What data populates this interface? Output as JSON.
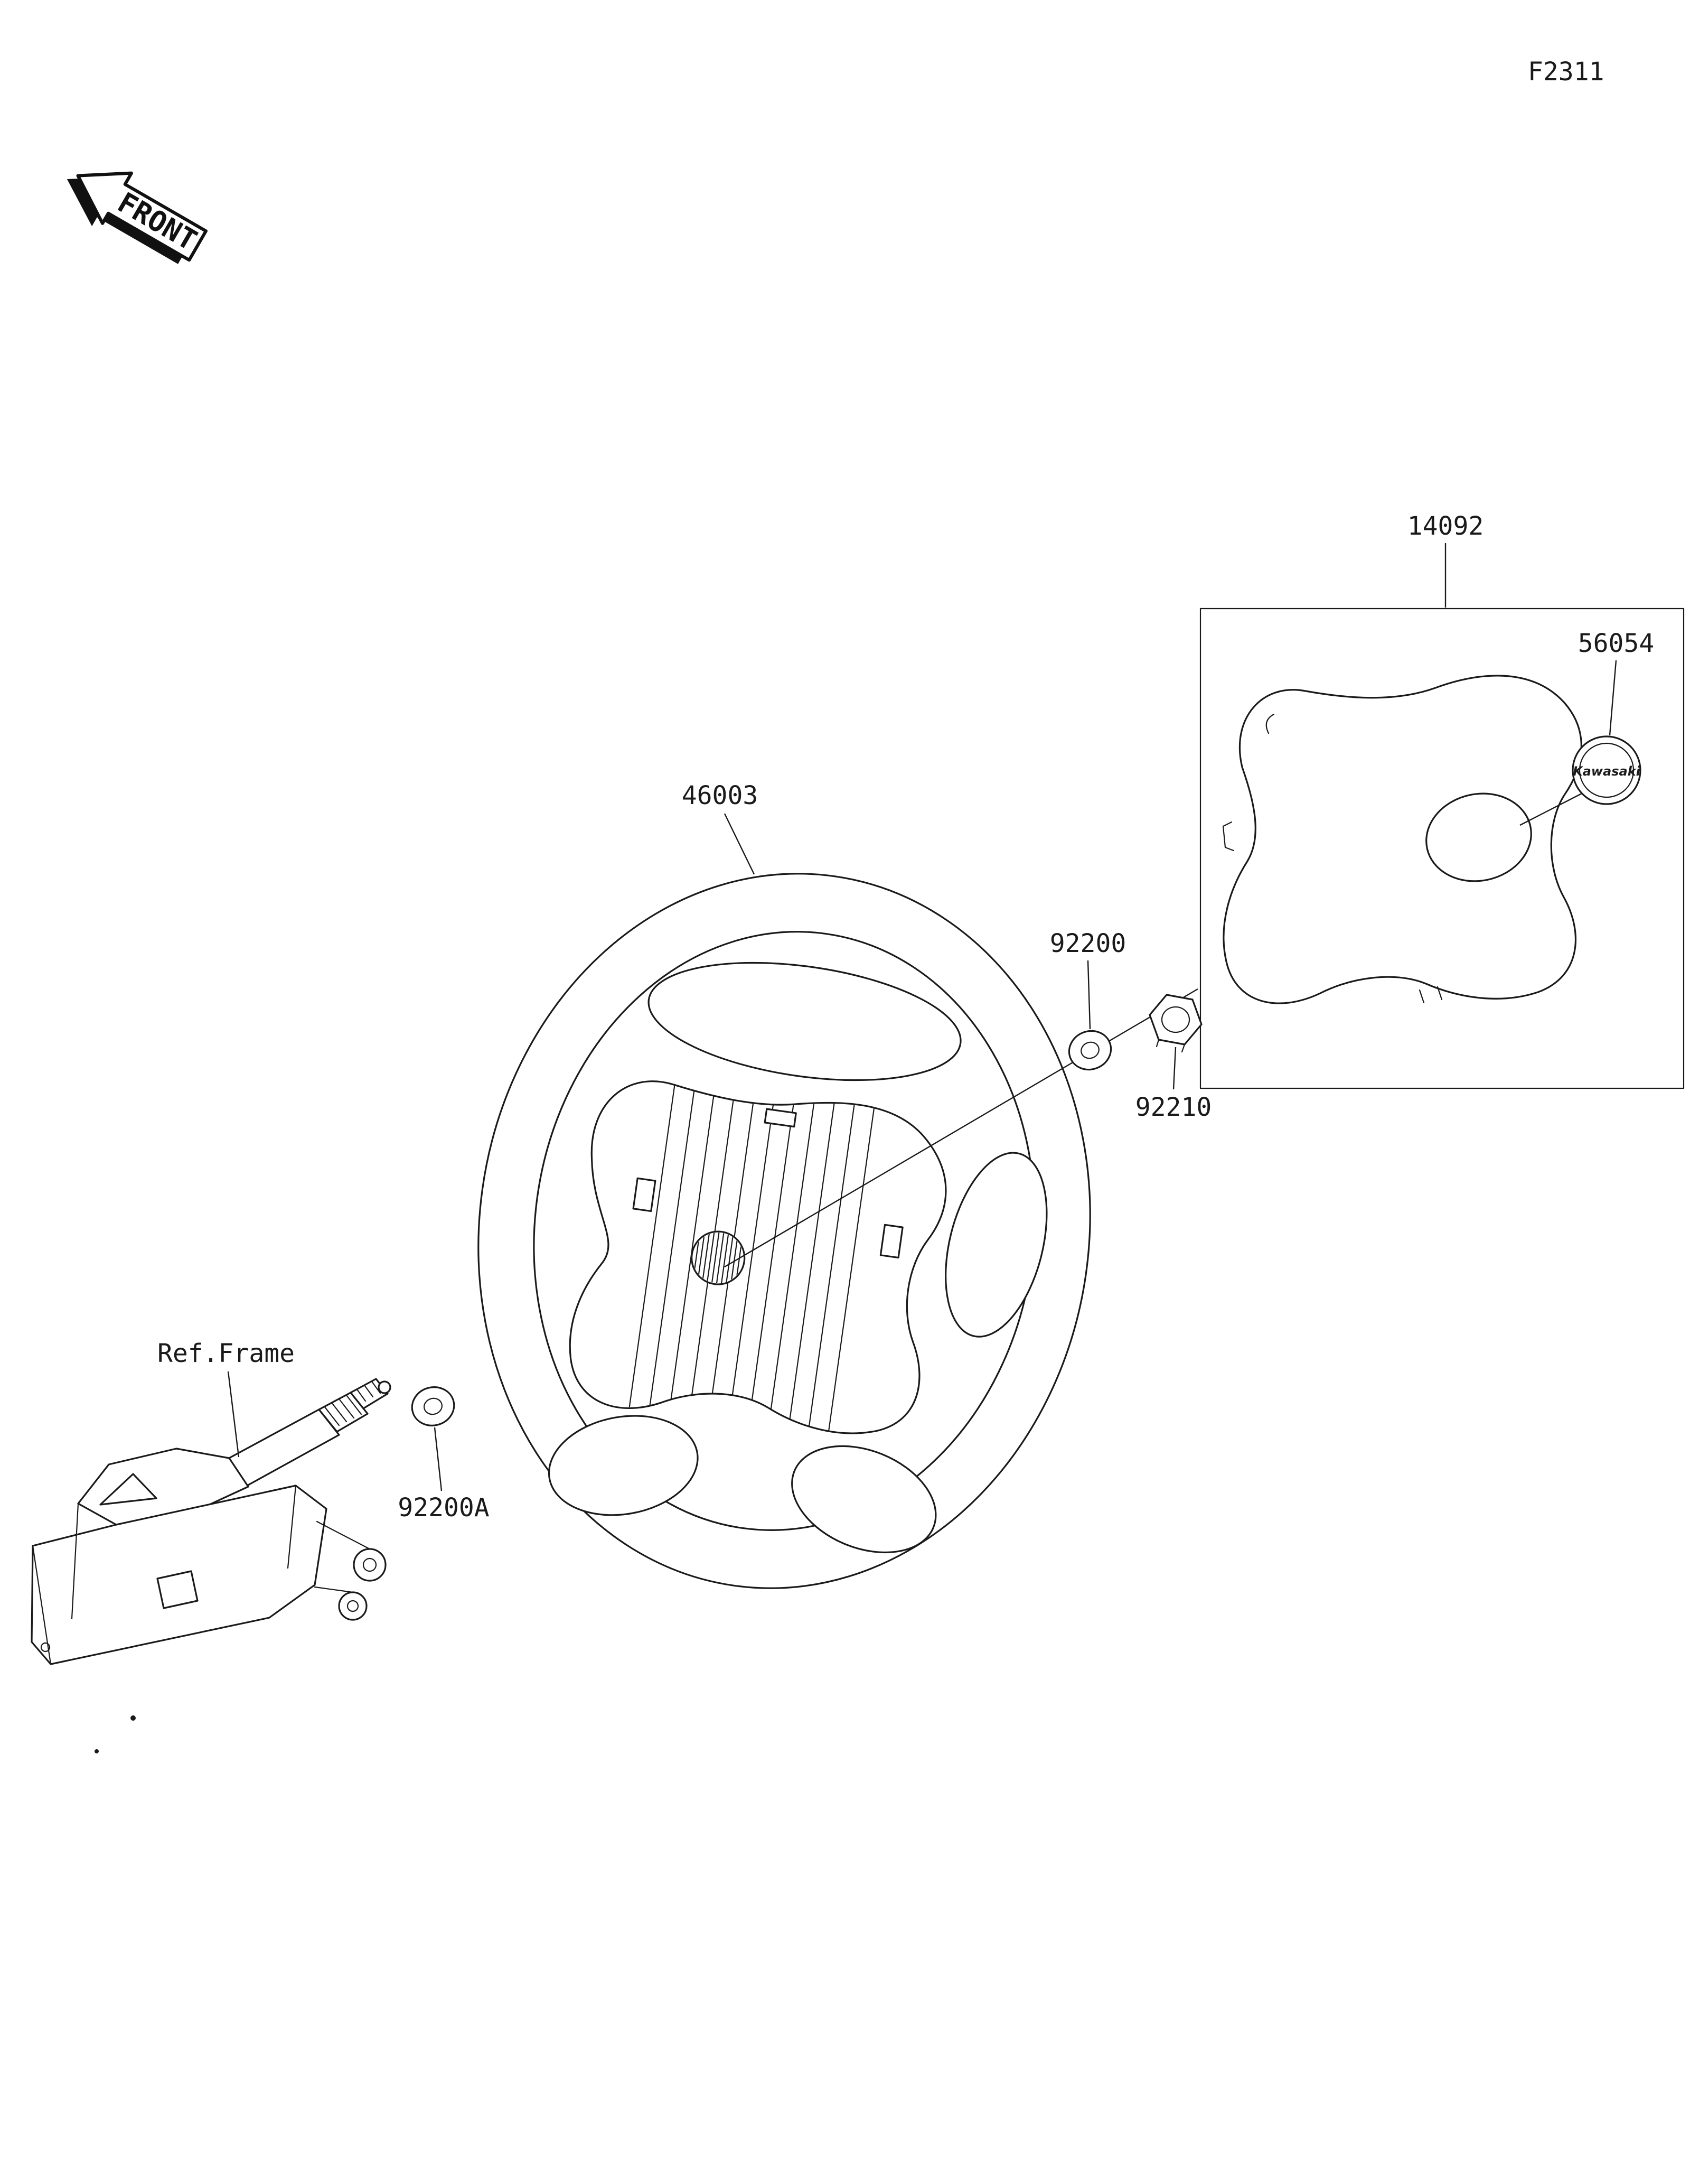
{
  "figure": {
    "code": "F2311",
    "front_marker": "FRONT"
  },
  "reference": {
    "frame_label": "Ref.Frame"
  },
  "parts": {
    "cover": {
      "number": "14092"
    },
    "emblem": {
      "number": "56054",
      "text": "Kawasaki"
    },
    "wheel": {
      "number": "46003"
    },
    "washer": {
      "number": "92200"
    },
    "nut": {
      "number": "92210"
    },
    "washer_a": {
      "number": "92200A"
    }
  }
}
